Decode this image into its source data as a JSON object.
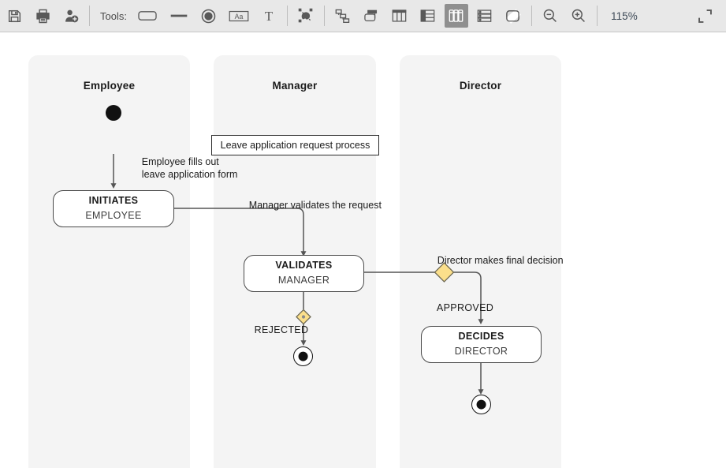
{
  "toolbar": {
    "tools_label": "Tools:",
    "zoom_level": "115%",
    "left_buttons": [
      {
        "name": "save-icon",
        "title": "Save"
      },
      {
        "name": "print-icon",
        "title": "Print"
      },
      {
        "name": "add-user-icon",
        "title": "Add user"
      }
    ],
    "tool_buttons": [
      {
        "name": "rounded-rect-tool-icon",
        "title": "State"
      },
      {
        "name": "line-tool-icon",
        "title": "Transition"
      },
      {
        "name": "initial-state-tool-icon",
        "title": "Initial state"
      },
      {
        "name": "label-tool-icon",
        "title": "Label"
      },
      {
        "name": "text-tool-icon",
        "title": "Text"
      }
    ],
    "view_buttons": [
      {
        "name": "select-lasso-icon",
        "title": "Select",
        "active": false
      },
      {
        "name": "hierarchy-layout-icon",
        "title": "Hierarchy layout",
        "active": false
      },
      {
        "name": "stack-layout-icon",
        "title": "Stack layout",
        "active": false
      },
      {
        "name": "columns-layout-icon",
        "title": "Columns layout",
        "active": false
      },
      {
        "name": "rows-layout-icon",
        "title": "Rows layout",
        "active": false
      },
      {
        "name": "vertical-swimlanes-icon",
        "title": "Vertical swimlanes",
        "active": true
      },
      {
        "name": "horizontal-swimlanes-icon",
        "title": "Horizontal swimlanes",
        "active": false
      },
      {
        "name": "plain-canvas-icon",
        "title": "Plain canvas",
        "active": false
      }
    ],
    "zoom_out": {
      "name": "zoom-out-icon",
      "title": "Zoom out"
    },
    "zoom_in": {
      "name": "zoom-in-icon",
      "title": "Zoom in"
    },
    "fit_screen": {
      "name": "fit-to-screen-icon",
      "title": "Fit to screen"
    }
  },
  "diagram": {
    "note": "Leave application request process",
    "lanes": [
      {
        "id": "employee",
        "title": "Employee"
      },
      {
        "id": "manager",
        "title": "Manager"
      },
      {
        "id": "director",
        "title": "Director"
      }
    ],
    "nodes": [
      {
        "id": "initiates",
        "title": "INITIATES",
        "subtitle": "EMPLOYEE",
        "lane": "employee"
      },
      {
        "id": "validates",
        "title": "VALIDATES",
        "subtitle": "MANAGER",
        "lane": "manager"
      },
      {
        "id": "decides",
        "title": "DECIDES",
        "subtitle": "DIRECTOR",
        "lane": "director"
      }
    ],
    "edge_labels": {
      "start_to_initiates_line1": "Employee fills out",
      "start_to_initiates_line2": "leave application form",
      "initiates_to_validates": "Manager validates the request",
      "validates_to_decides": "Director makes final decision",
      "rejected": "REJECTED",
      "approved": "APPROVED"
    },
    "colors": {
      "lane_bg": "#f4f4f4",
      "node_border": "#4a4a4a",
      "decision_fill": "#fbdf8b",
      "decision_stroke": "#6f6a54",
      "edge": "#555555",
      "text": "#1b1b1b"
    }
  }
}
